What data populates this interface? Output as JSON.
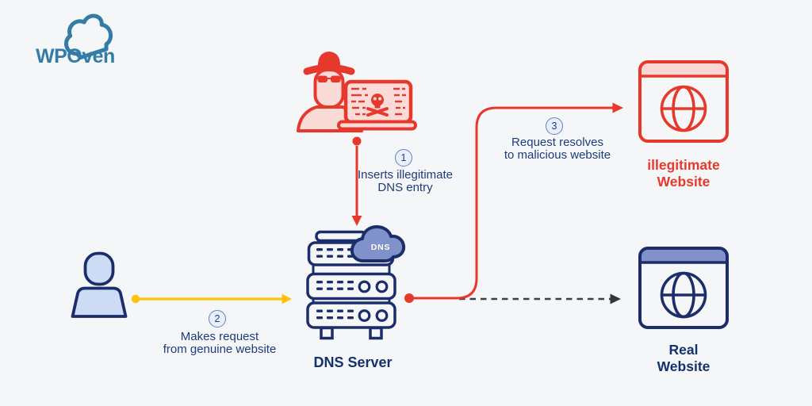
{
  "logo": {
    "text": "WPOven"
  },
  "steps": [
    {
      "number": "1",
      "line1": "Inserts illegitimate",
      "line2": "DNS entry"
    },
    {
      "number": "2",
      "line1": "Makes request",
      "line2": "from genuine website"
    },
    {
      "number": "3",
      "line1": "Request resolves",
      "line2": "to malicious website"
    }
  ],
  "dns_server": {
    "label": "DNS Server",
    "cloud_text": "DNS"
  },
  "illegitimate_website": {
    "line1": "illegitimate",
    "line2": "Website"
  },
  "real_website": {
    "line1": "Real",
    "line2": "Website"
  },
  "colors": {
    "background": "#f5f6f7",
    "red": "#e6392c",
    "pink_fill": "#fadbd8",
    "navy": "#1b2e6b",
    "text_navy": "#1d3c7d",
    "label_navy": "#14306d",
    "periwinkle": "#8092c9",
    "user_blue": "#cbdcf4",
    "yellow": "#fec20e",
    "dash_gray": "#3a3f47",
    "logo_blue": "#337ca6",
    "badge_fill": "#e9effc",
    "badge_border": "#6480bf"
  }
}
